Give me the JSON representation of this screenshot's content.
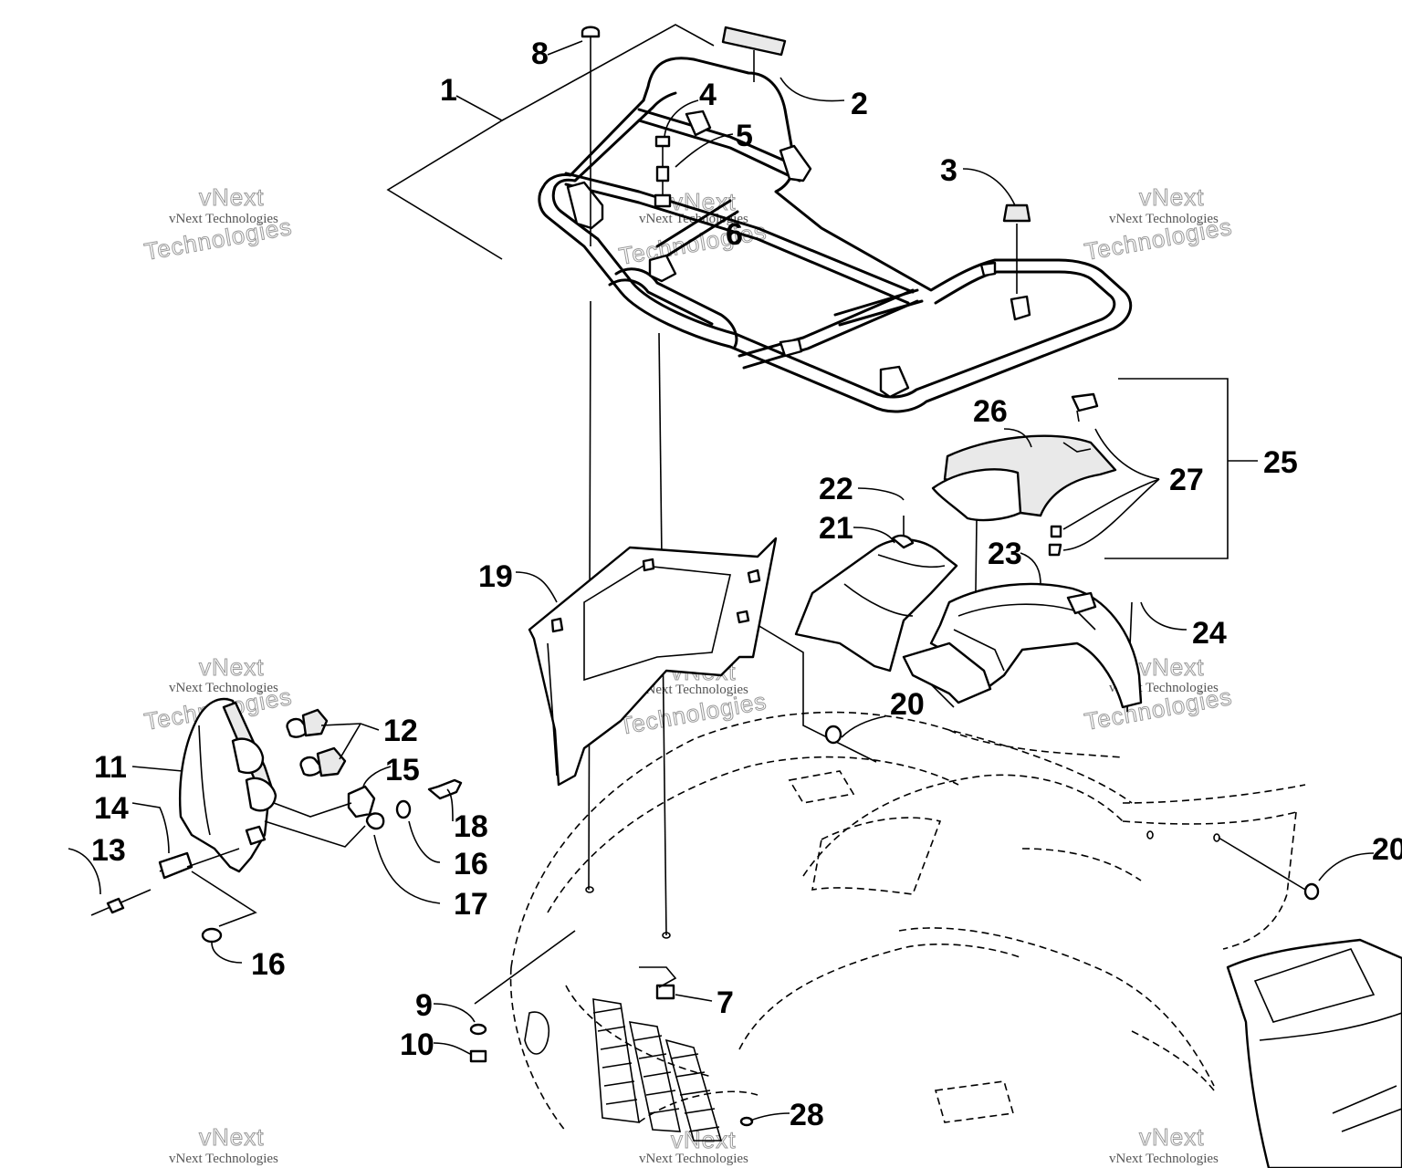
{
  "callouts": {
    "c1": "1",
    "c2": "2",
    "c3": "3",
    "c4": "4",
    "c5": "5",
    "c6": "6",
    "c7": "7",
    "c8": "8",
    "c9": "9",
    "c10": "10",
    "c11": "11",
    "c12": "12",
    "c13": "13",
    "c14": "14",
    "c15": "15",
    "c16a": "16",
    "c16b": "16",
    "c17": "17",
    "c18": "18",
    "c19": "19",
    "c20a": "20",
    "c20b": "20",
    "c21": "21",
    "c22": "22",
    "c23": "23",
    "c24": "24",
    "c25": "25",
    "c26": "26",
    "c27": "27",
    "c28": "28"
  },
  "watermark": {
    "brand": "vNext",
    "line": "vNext Technologies",
    "word": "Technologies"
  }
}
